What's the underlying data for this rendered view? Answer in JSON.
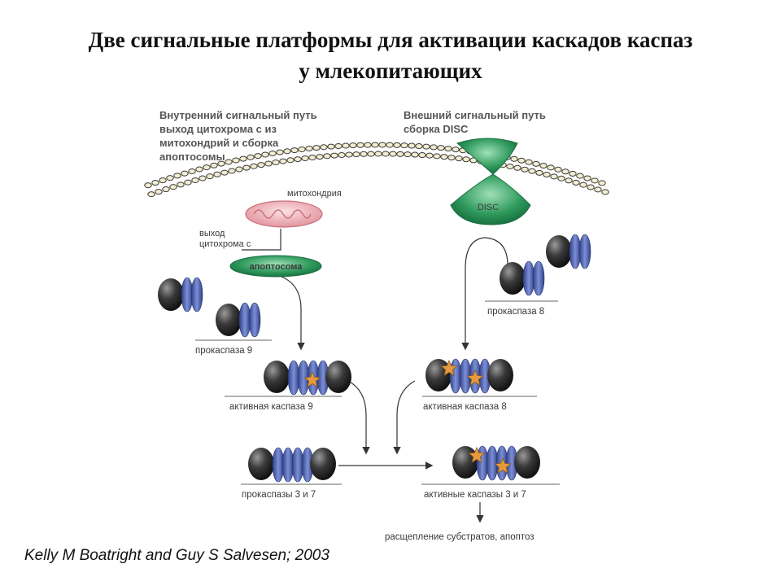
{
  "slide": {
    "title_line1": "Две сигнальные платформы для активации каскадов каспаз",
    "title_line2": "у млекопитающих",
    "citation": "Kelly M Boatright and Guy S Salvesen; 2003"
  },
  "diagram": {
    "intrinsic_header": [
      "Внутренний сигнальный путь",
      "выход цитохрома с из",
      "митохондрий и сборка",
      "апоптосомы"
    ],
    "extrinsic_header": [
      "Внешний сигнальный путь",
      "сборка DISC"
    ],
    "mitochondria_label": "митохондрия",
    "cytochrome_label": [
      "выход",
      "цитохрома с"
    ],
    "apoptosome_label": "апоптосома",
    "disc_label": "DISC",
    "procaspase9_label": "прокаспаза 9",
    "procaspase8_label": "прокаспаза 8",
    "active_caspase9_label": "активная каспаза 9",
    "active_caspase8_label": "активная каспаза 8",
    "procaspases37_label": "прокаспазы 3 и 7",
    "active_caspases37_label": "активные каспазы 3 и 7",
    "cleavage_label": "расщепление субстратов, апоптоз"
  },
  "colors": {
    "caspase_dark": "#2b2b2b",
    "caspase_blue": "#4a5fb0",
    "star": "#e79a3c",
    "apoptosome": "#2f9a5c",
    "mitochondria": "#e9a0a8",
    "membrane_bead": "#f2edcf"
  }
}
